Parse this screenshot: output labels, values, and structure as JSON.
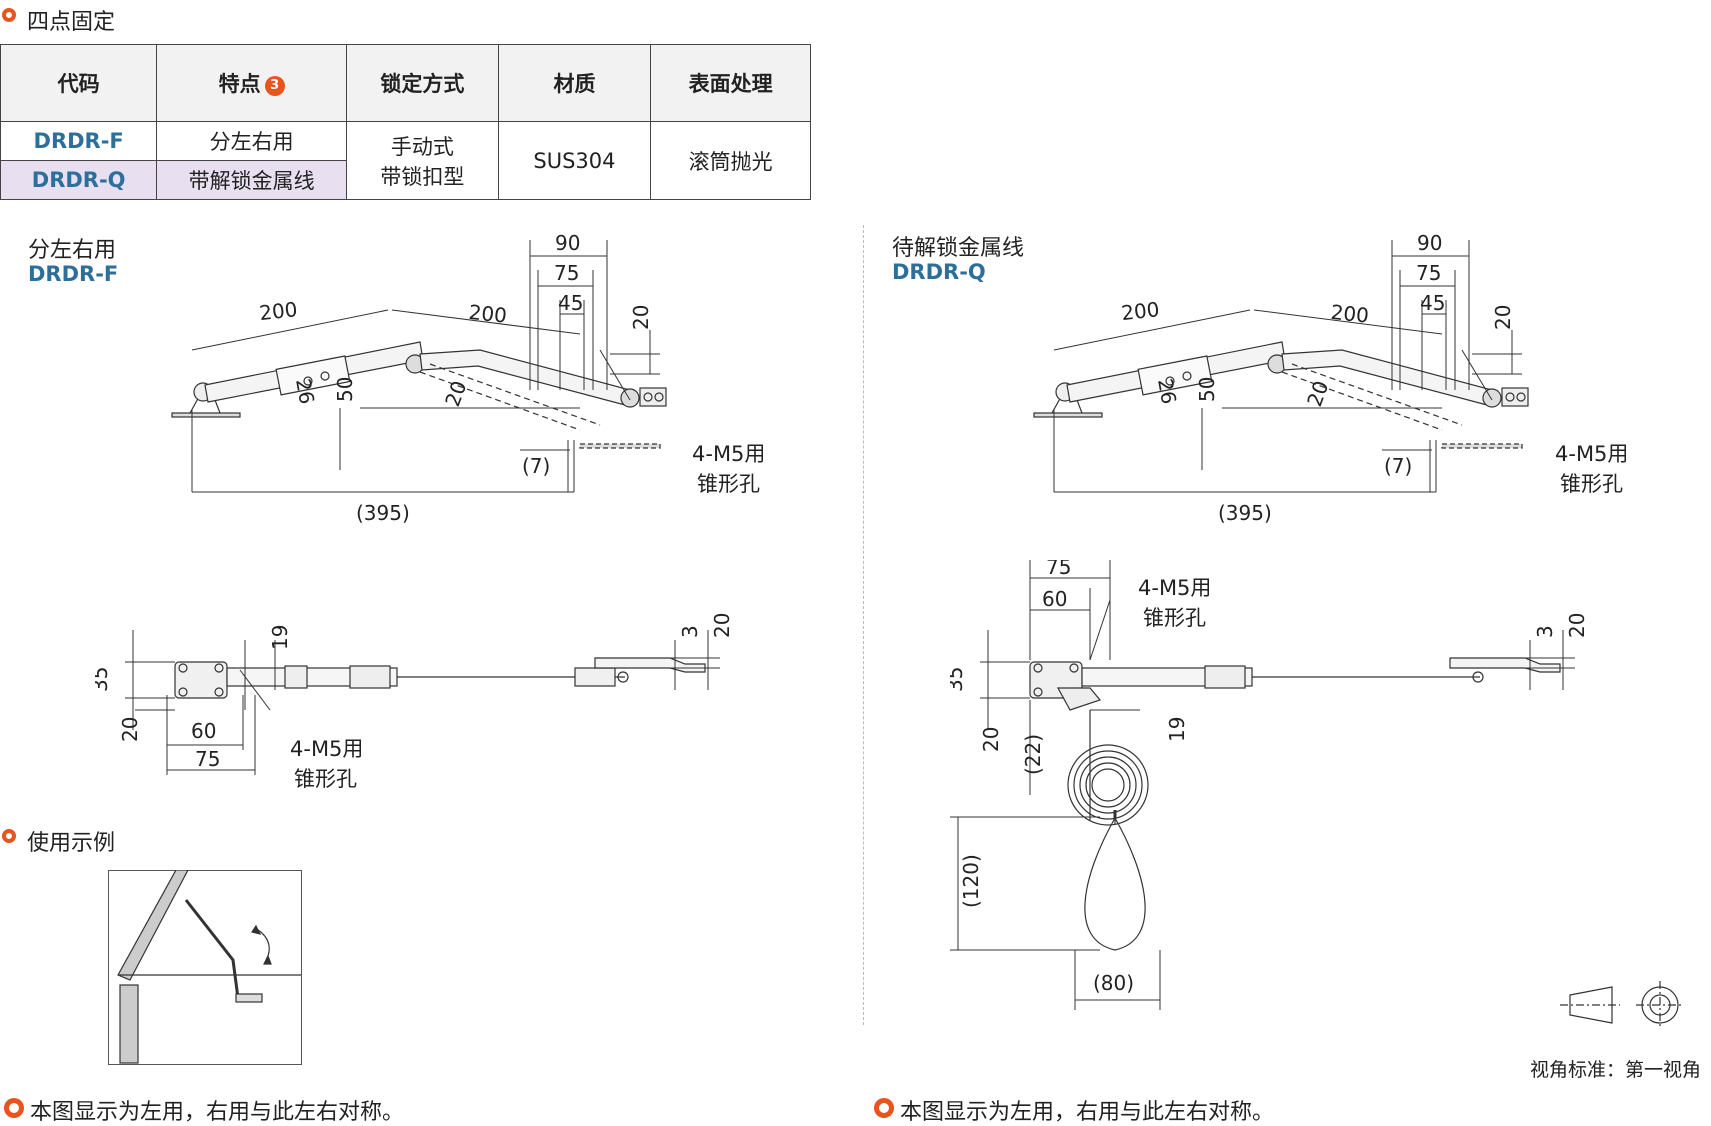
{
  "sections": {
    "fixing": "四点固定",
    "usage": "使用示例"
  },
  "table": {
    "headers": [
      "代码",
      "特点",
      "锁定方式",
      "材质",
      "表面处理"
    ],
    "feature_badge": "3",
    "rows": [
      {
        "code": "DRDR-F",
        "feature": "分左右用"
      },
      {
        "code": "DRDR-Q",
        "feature": "带解锁金属线"
      }
    ],
    "lock_line1": "手动式",
    "lock_line2": "带锁扣型",
    "material": "SUS304",
    "surface": "滚筒抛光"
  },
  "left_drawing": {
    "title": "分左右用",
    "code": "DRDR-F"
  },
  "right_drawing": {
    "title": "待解锁金属线",
    "code": "DRDR-Q"
  },
  "dims": {
    "d90": "90",
    "d75": "75",
    "d45": "45",
    "d200": "200",
    "d20": "20",
    "d50": "50",
    "d26": "26",
    "d7": "(7)",
    "d395": "(395)",
    "hole1": "4-M5用",
    "hole2": "锥形孔",
    "d35": "35",
    "d19": "19",
    "d60": "60",
    "d3": "3",
    "d22": "(22)",
    "d120": "(120)",
    "d80": "(80)"
  },
  "view_standard": "视角标准：第一视角",
  "footnote": "本图显示为左用，右用与此左右对称。"
}
